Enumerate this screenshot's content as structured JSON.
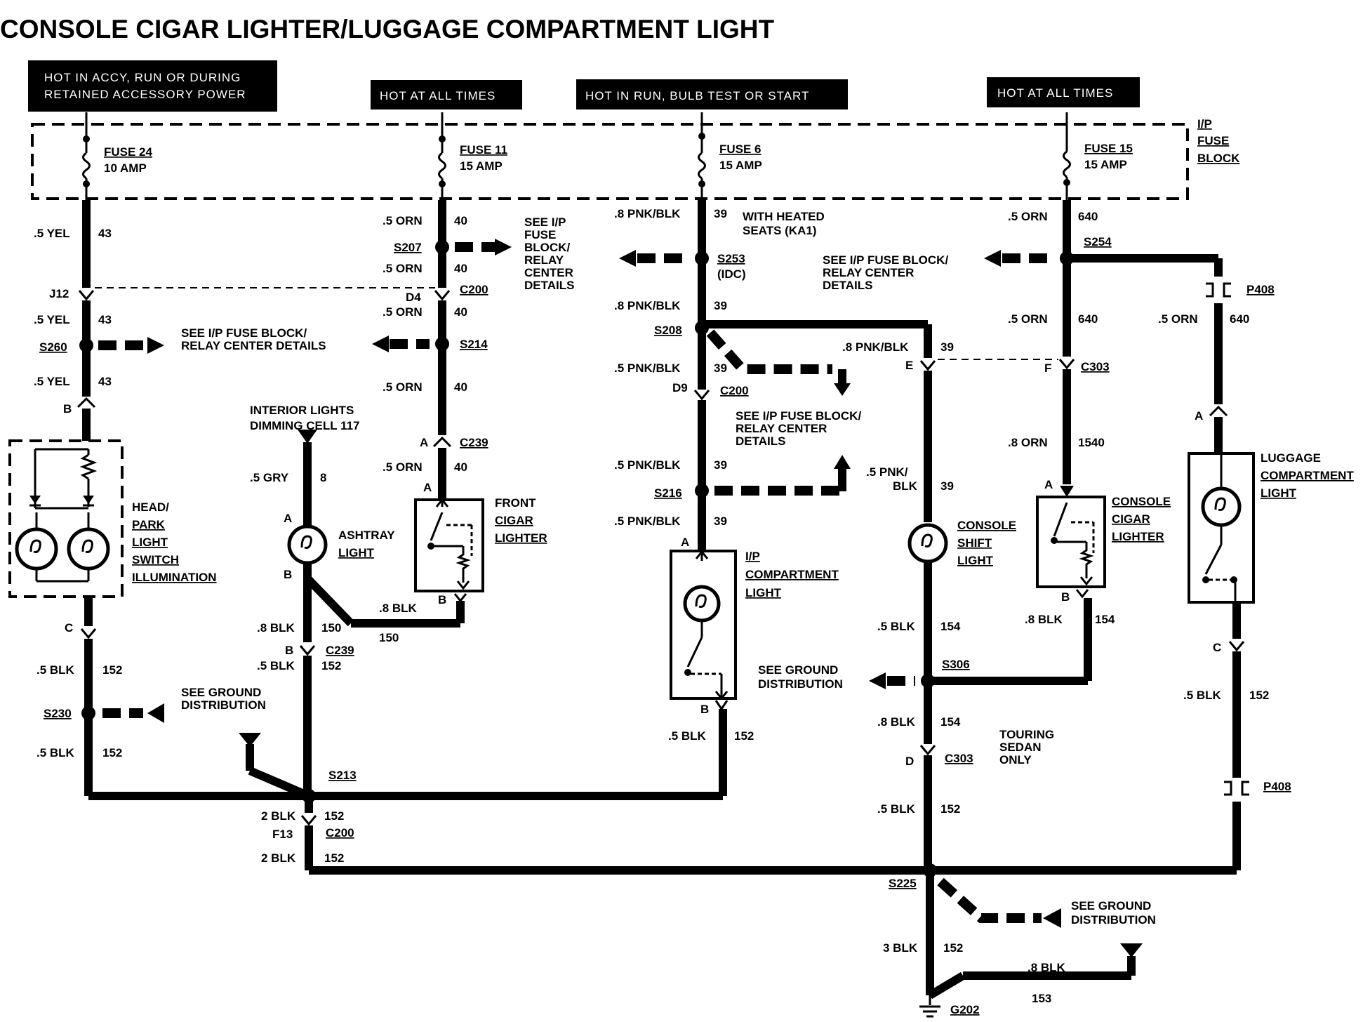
{
  "title": "CONSOLE CIGAR LIGHTER/LUGGAGE COMPARTMENT LIGHT",
  "headers": {
    "accy_1": "HOT IN ACCY, RUN OR DURING",
    "accy_2": "RETAINED ACCESSORY POWER",
    "all_times_1": "HOT AT ALL TIMES",
    "run_bulb": "HOT IN RUN, BULB TEST OR START",
    "all_times_2": "HOT AT ALL TIMES"
  },
  "fuse_block": {
    "line1": "I/P",
    "line2": "FUSE",
    "line3": "BLOCK"
  },
  "fuses": {
    "f24_name": "FUSE 24",
    "f24_amp": "10 AMP",
    "f11_name": "FUSE 11",
    "f11_amp": "15 AMP",
    "f6_name": "FUSE 6",
    "f6_amp": "15 AMP",
    "f15_name": "FUSE 15",
    "f15_amp": "15 AMP"
  },
  "wires": {
    "yel": ".5 YEL",
    "c43": "43",
    "orn": ".5 ORN",
    "c40": "40",
    "pnkblk": ".8 PNK/BLK",
    "pnkblk5": ".5 PNK/BLK",
    "c39": "39",
    "orn640": "640",
    "orn8": ".8 ORN",
    "c1540": "1540",
    "gry": ".5 GRY",
    "c8": "8",
    "blk5": ".5 BLK",
    "blk8": ".8 BLK",
    "blk2": "2 BLK",
    "blk3": "3 BLK",
    "c150": "150",
    "c152": "152",
    "c154": "154",
    "c153": "153",
    "pnk_a": ".5 PNK/",
    "pnk_b": "BLK"
  },
  "splices": {
    "s207": "S207",
    "s214": "S214",
    "s260": "S260",
    "s230": "S230",
    "s213": "S213",
    "s225": "S225",
    "s253": "S253",
    "idc": "(IDC)",
    "s208": "S208",
    "s216": "S216",
    "s254": "S254",
    "s306": "S306",
    "g202": "G202"
  },
  "connectors": {
    "c200": "C200",
    "c239": "C239",
    "c303": "C303",
    "p408": "P408",
    "j12": "J12",
    "d4": "D4",
    "d9": "D9",
    "f13": "F13",
    "pa": "A",
    "pb": "B",
    "pc": "C",
    "pd": "D",
    "pe": "E",
    "pf": "F"
  },
  "notes": {
    "see_ip_1": "SEE I/P",
    "see_ip_2": "FUSE",
    "see_ip_3": "BLOCK/",
    "see_ip_4": "RELAY",
    "see_ip_5": "CENTER",
    "see_ip_6": "DETAILS",
    "relay_a1": "SEE I/P FUSE BLOCK/",
    "relay_a2": "RELAY CENTER DETAILS",
    "relay_b1": "SEE I/P FUSE BLOCK/",
    "relay_b2": "RELAY CENTER",
    "relay_b3": "DETAILS",
    "relay_c1": "SEE I/P FUSE BLOCK/",
    "relay_c2": "RELAY CENTER",
    "relay_c3": "DETAILS",
    "heated_1": "WITH HEATED",
    "heated_2": "SEATS (KA1)",
    "ground_1": "SEE GROUND",
    "ground_2": "DISTRIBUTION",
    "dimming_1": "INTERIOR LIGHTS",
    "dimming_2": "DIMMING CELL 117",
    "touring_1": "TOURING",
    "touring_2": "SEDAN",
    "touring_3": "ONLY"
  },
  "components": {
    "headpark": [
      "HEAD/",
      "PARK",
      "LIGHT",
      "SWITCH",
      "ILLUMINATION"
    ],
    "ashtray": [
      "ASHTRAY",
      "LIGHT"
    ],
    "front_cigar": [
      "FRONT",
      "CIGAR",
      "LIGHTER"
    ],
    "ip_comp": [
      "I/P",
      "COMPARTMENT",
      "LIGHT"
    ],
    "console_shift": [
      "CONSOLE",
      "SHIFT",
      "LIGHT"
    ],
    "console_cigar": [
      "CONSOLE",
      "CIGAR",
      "LIGHTER"
    ],
    "luggage": [
      "LUGGAGE",
      "COMPARTMENT",
      "LIGHT"
    ]
  }
}
